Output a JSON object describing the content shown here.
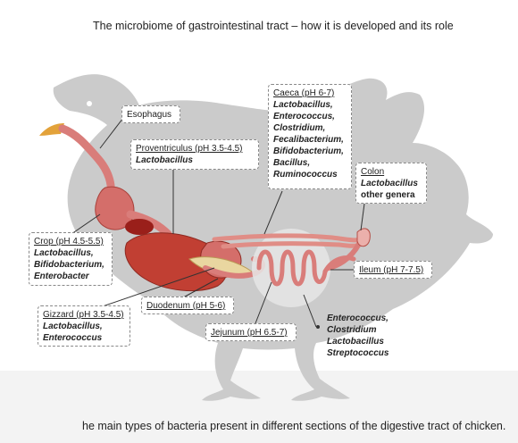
{
  "title": "The microbiome of gastrointestinal tract – how it is developed and its role",
  "caption": "he main types of bacteria present in different sections of the digestive tract of chicken.",
  "labels": {
    "esophagus": {
      "head": "Esophagus"
    },
    "proventriculus": {
      "head": "Proventriculus (pH 3.5-4.5)",
      "bacteria": [
        "Lactobacillus"
      ]
    },
    "caeca": {
      "head": "Caeca (pH 6-7)",
      "bacteria": [
        "Lactobacillus,",
        "Enterococcus,",
        "Clostridium,",
        "Fecalibacterium,",
        "Bifidobacterium,",
        "Bacillus,",
        "Ruminococcus"
      ]
    },
    "colon": {
      "head": "Colon",
      "bacteria": [
        "Lactobacillus"
      ],
      "extra": "other genera"
    },
    "crop": {
      "head": "Crop (pH 4.5-5.5)",
      "bacteria": [
        "Lactobacillus,",
        "Bifidobacterium,",
        "Enterobacter"
      ]
    },
    "ileum": {
      "head": "Ileum (pH 7-7.5)"
    },
    "duodenum": {
      "head": "Duodenum (pH 5-6)"
    },
    "gizzard": {
      "head": "Gizzard (pH 3.5-4.5)",
      "bacteria": [
        "Lactobacillus,",
        "Enterococcus"
      ]
    },
    "jejunum": {
      "head": "Jejunum (pH 6.5-7)"
    },
    "jejunum_bacteria": [
      "Enterococcus,",
      "Clostridium",
      "Lactobacillus",
      "Streptococcus"
    ]
  },
  "colors": {
    "silhouette": "#c9c9c9",
    "gut": "#d97d7a",
    "gut_dark": "#b33a30",
    "organ": "#c8443a",
    "beak": "#e3a23a",
    "leader": "#333333"
  }
}
